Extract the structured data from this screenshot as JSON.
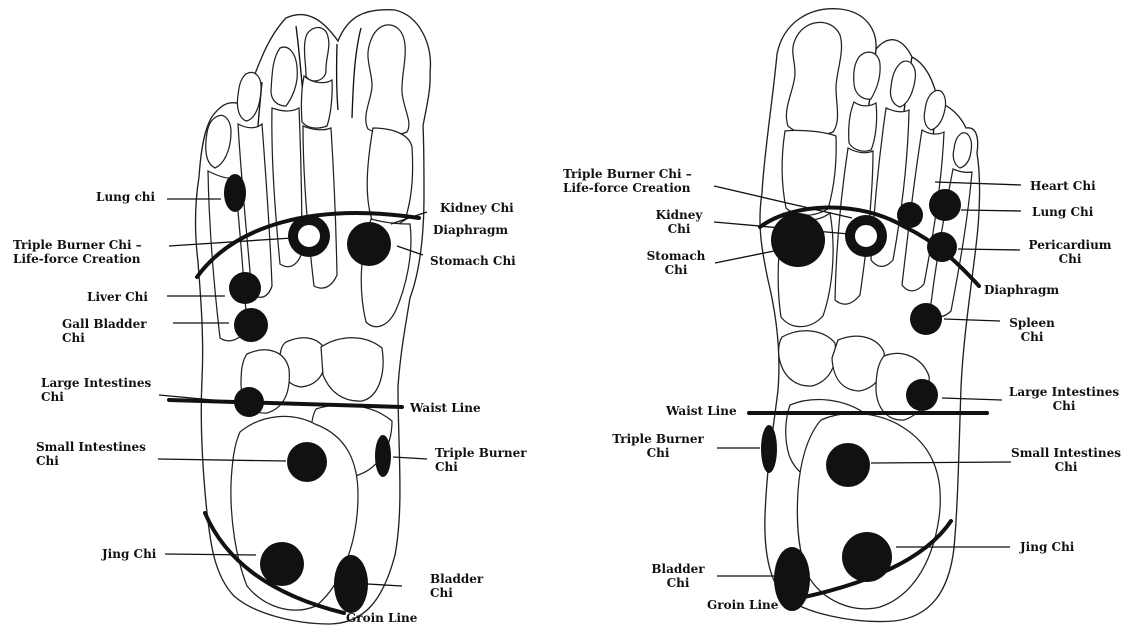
{
  "colors": {
    "ink": "#111111",
    "paper": "#ffffff"
  },
  "left_foot": {
    "labels": {
      "lung_chi": "Lung chi",
      "triple_burner_creation": "Triple Burner Chi –\nLife-force Creation",
      "liver_chi": "Liver Chi",
      "gall_bladder_chi": "Gall Bladder\nChi",
      "large_intestines_chi": "Large Intestines\nChi",
      "small_intestines_chi": "Small Intestines\nChi",
      "jing_chi": "Jing Chi",
      "kidney_chi": "Kidney Chi",
      "diaphragm": "Diaphragm",
      "stomach_chi": "Stomach Chi",
      "waist_line": "Waist Line",
      "triple_burner_chi": "Triple Burner\nChi",
      "bladder_chi": "Bladder\nChi",
      "groin_line": "Groin Line"
    }
  },
  "right_foot": {
    "labels": {
      "triple_burner_creation": "Triple Burner Chi –\nLife-force Creation",
      "kidney_chi": "Kidney\nChi",
      "stomach_chi": "Stomach\nChi",
      "waist_line": "Waist Line",
      "triple_burner_chi": "Triple Burner\nChi",
      "bladder_chi": "Bladder\nChi",
      "groin_line": "Groin Line",
      "heart_chi": "Heart Chi",
      "lung_chi": "Lung Chi",
      "pericardium_chi": "Pericardium\nChi",
      "diaphragm": "Diaphragm",
      "spleen_chi": "Spleen\nChi",
      "large_intestines_chi": "Large Intestines\nChi",
      "small_intestines_chi": "Small Intestines\nChi",
      "jing_chi": "Jing Chi"
    }
  }
}
